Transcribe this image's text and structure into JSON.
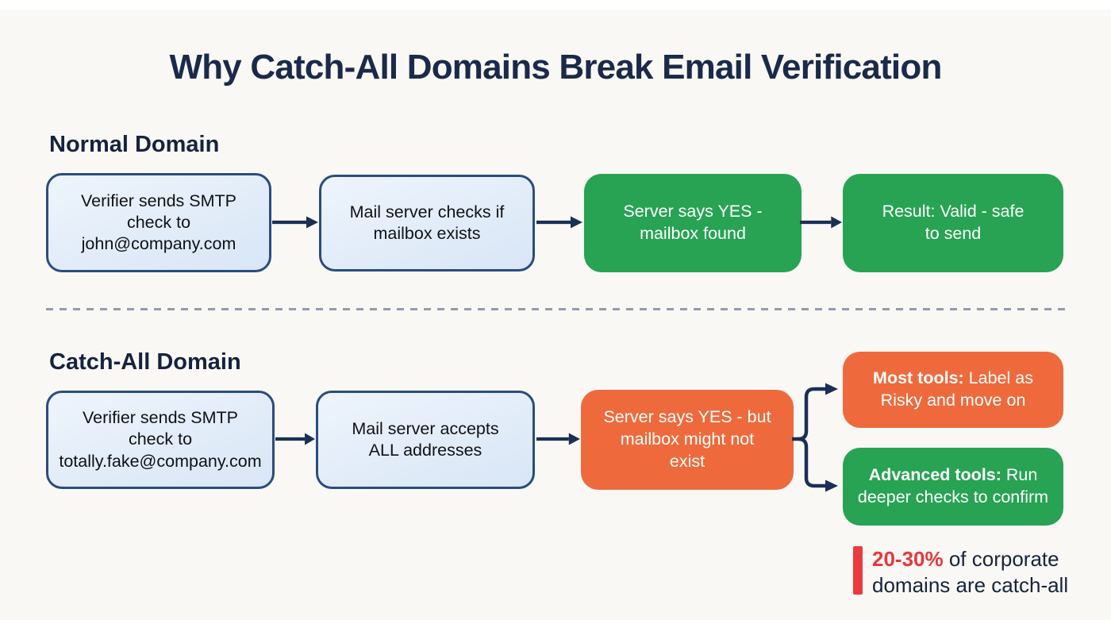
{
  "title": "Why Catch-All Domains Break Email Verification",
  "colors": {
    "background": "#f9f8f5",
    "title_navy": "#1b2a4a",
    "blue_box_fill": "#dde9f8",
    "blue_box_border": "#2b4c7e",
    "green": "#27a353",
    "orange": "#ee6a3c",
    "arrow_navy": "#1b2f55",
    "divider_gray": "#7f8da0",
    "stat_red": "#e8363c"
  },
  "sections": {
    "normal": {
      "heading": "Normal Domain",
      "steps": [
        {
          "text": "Verifier sends SMTP\ncheck to\njohn@company.com",
          "style": "blue"
        },
        {
          "text": "Mail server checks if\nmailbox exists",
          "style": "blue"
        },
        {
          "text": "Server says YES -\nmailbox found",
          "style": "green"
        },
        {
          "text": "Result: Valid - safe\nto send",
          "style": "green"
        }
      ]
    },
    "catchall": {
      "heading": "Catch-All Domain",
      "steps": [
        {
          "text": "Verifier sends SMTP\ncheck to\ntotally.fake@company.com",
          "style": "blue"
        },
        {
          "text": "Mail server accepts\nALL addresses",
          "style": "blue"
        },
        {
          "text": "Server says YES - but\nmailbox might not\nexist",
          "style": "orange"
        }
      ],
      "outcomes": [
        {
          "bold": "Most tools:",
          "rest": " Label as\nRisky and move on",
          "style": "orange"
        },
        {
          "bold": "Advanced tools:",
          "rest": " Run\ndeeper checks to confirm",
          "style": "green"
        }
      ]
    }
  },
  "stat": {
    "highlight": "20-30%",
    "rest": " of corporate\ndomains are catch-all"
  }
}
